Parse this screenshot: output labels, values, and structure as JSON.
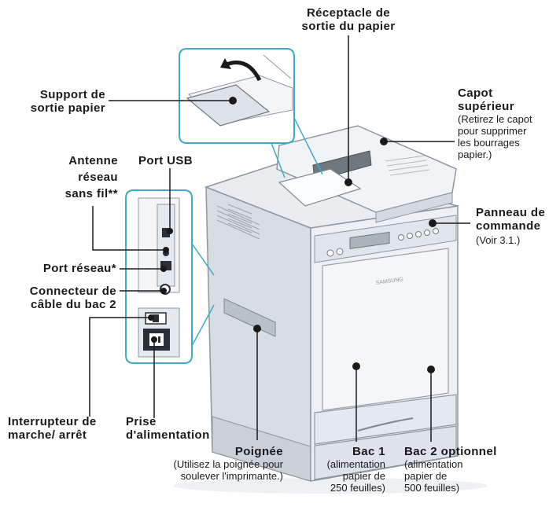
{
  "labels": {
    "receptacle": [
      "Réceptacle de",
      "sortie du papier"
    ],
    "support": [
      "Support de",
      "sortie papier"
    ],
    "capot_title": [
      "Capot",
      "supérieur"
    ],
    "capot_note": [
      "(Retirez le capot",
      "pour supprimer",
      "les bourrages",
      "papier.)"
    ],
    "antenne": [
      "Antenne",
      "réseau",
      "sans fil**"
    ],
    "port_usb": "Port USB",
    "panneau_title": [
      "Panneau de",
      "commande"
    ],
    "panneau_note": "(Voir 3.1.)",
    "port_reseau": "Port réseau*",
    "connecteur": [
      "Connecteur de",
      "câble du bac 2"
    ],
    "interrupteur": [
      "Interrupteur de",
      "marche/ arrêt"
    ],
    "prise": [
      "Prise",
      "d'alimentation"
    ],
    "poignee_title": "Poignée",
    "poignee_note": [
      "(Utilisez la poignée pour",
      "soulever l'imprimante.)"
    ],
    "bac1_title": "Bac 1",
    "bac1_note": [
      "(alimentation",
      "papier de",
      "250 feuilles)"
    ],
    "bac2_title": "Bac 2 optionnel",
    "bac2_note": [
      "(alimentation",
      "papier de",
      "500 feuilles)"
    ],
    "brand": "SAMSUNG"
  },
  "colors": {
    "callout_frame": "#3fa9c9",
    "body_light": "#e9edf0",
    "body_mid": "#cfd6dc",
    "body_dark": "#aab4bc",
    "line": "#1a1a1a"
  }
}
